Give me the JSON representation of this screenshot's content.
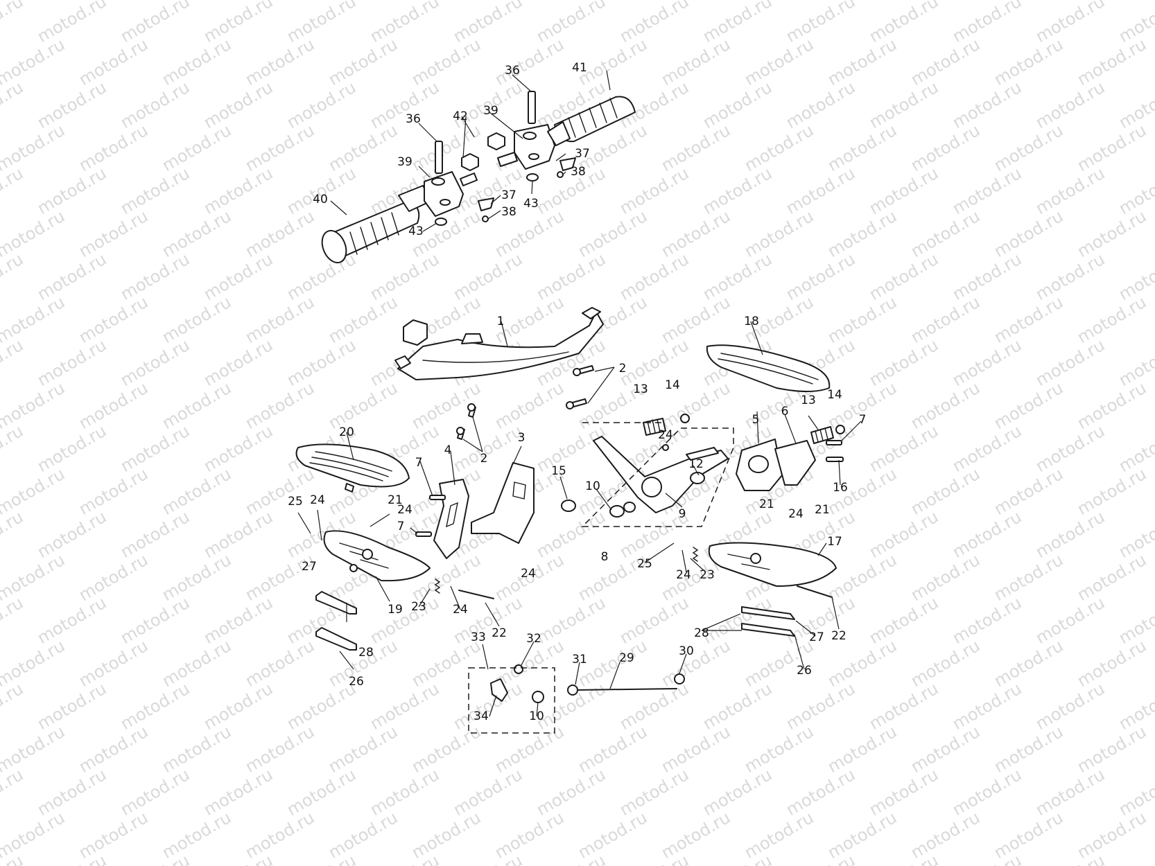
{
  "watermark": "motod.ru",
  "callouts": [
    {
      "id": "c1",
      "text": "1"
    },
    {
      "id": "c2a",
      "text": "2"
    },
    {
      "id": "c2b",
      "text": "2"
    },
    {
      "id": "c3",
      "text": "3"
    },
    {
      "id": "c4",
      "text": "4"
    },
    {
      "id": "c5",
      "text": "5"
    },
    {
      "id": "c6",
      "text": "6"
    },
    {
      "id": "c7a",
      "text": "7"
    },
    {
      "id": "c7b",
      "text": "7"
    },
    {
      "id": "c7c",
      "text": "7"
    },
    {
      "id": "c8",
      "text": "8"
    },
    {
      "id": "c9",
      "text": "9"
    },
    {
      "id": "c10a",
      "text": "10"
    },
    {
      "id": "c10b",
      "text": "10"
    },
    {
      "id": "c12",
      "text": "12"
    },
    {
      "id": "c13a",
      "text": "13"
    },
    {
      "id": "c13b",
      "text": "13"
    },
    {
      "id": "c14a",
      "text": "14"
    },
    {
      "id": "c14b",
      "text": "14"
    },
    {
      "id": "c15",
      "text": "15"
    },
    {
      "id": "c16",
      "text": "16"
    },
    {
      "id": "c17",
      "text": "17"
    },
    {
      "id": "c18",
      "text": "18"
    },
    {
      "id": "c19",
      "text": "19"
    },
    {
      "id": "c20",
      "text": "20"
    },
    {
      "id": "c21a",
      "text": "21"
    },
    {
      "id": "c21b",
      "text": "21"
    },
    {
      "id": "c21c",
      "text": "21"
    },
    {
      "id": "c22a",
      "text": "22"
    },
    {
      "id": "c22b",
      "text": "22"
    },
    {
      "id": "c23a",
      "text": "23"
    },
    {
      "id": "c23b",
      "text": "23"
    },
    {
      "id": "c24a",
      "text": "24"
    },
    {
      "id": "c24b",
      "text": "24"
    },
    {
      "id": "c24c",
      "text": "24"
    },
    {
      "id": "c24d",
      "text": "24"
    },
    {
      "id": "c24e",
      "text": "24"
    },
    {
      "id": "c24f",
      "text": "24"
    },
    {
      "id": "c24g",
      "text": "24"
    },
    {
      "id": "c25a",
      "text": "25"
    },
    {
      "id": "c25b",
      "text": "25"
    },
    {
      "id": "c26a",
      "text": "26"
    },
    {
      "id": "c26b",
      "text": "26"
    },
    {
      "id": "c27a",
      "text": "27"
    },
    {
      "id": "c27b",
      "text": "27"
    },
    {
      "id": "c28a",
      "text": "28"
    },
    {
      "id": "c28b",
      "text": "28"
    },
    {
      "id": "c29",
      "text": "29"
    },
    {
      "id": "c30",
      "text": "30"
    },
    {
      "id": "c31",
      "text": "31"
    },
    {
      "id": "c32",
      "text": "32"
    },
    {
      "id": "c33",
      "text": "33"
    },
    {
      "id": "c34",
      "text": "34"
    },
    {
      "id": "c36a",
      "text": "36"
    },
    {
      "id": "c36b",
      "text": "36"
    },
    {
      "id": "c37a",
      "text": "37"
    },
    {
      "id": "c37b",
      "text": "37"
    },
    {
      "id": "c38a",
      "text": "38"
    },
    {
      "id": "c38b",
      "text": "38"
    },
    {
      "id": "c39a",
      "text": "39"
    },
    {
      "id": "c39b",
      "text": "39"
    },
    {
      "id": "c40",
      "text": "40"
    },
    {
      "id": "c41",
      "text": "41"
    },
    {
      "id": "c42",
      "text": "42"
    },
    {
      "id": "c43a",
      "text": "43"
    },
    {
      "id": "c43b",
      "text": "43"
    }
  ]
}
